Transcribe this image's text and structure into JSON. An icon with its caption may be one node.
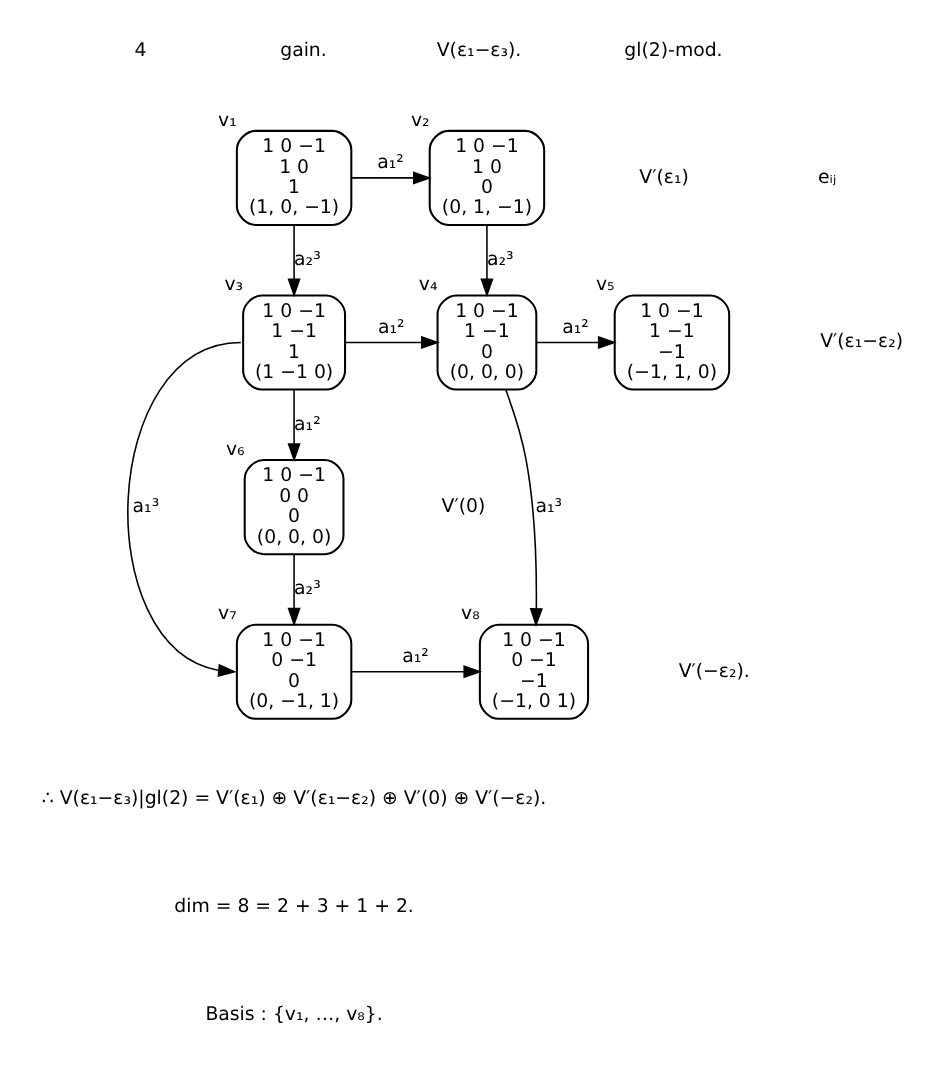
{
  "diagram": {
    "nodes": [
      {
        "text": [
          "1 0 −1",
          "1 0",
          "1",
          "(1, 0, −1)"
        ],
        "beside": [
          "v₁"
        ]
      },
      {
        "text": [
          "1 0 −1",
          "1 0",
          "0",
          "(0, 1, −1)"
        ],
        "beside": [
          "v₂"
        ]
      },
      {
        "text": [
          "1 0 −1",
          "1 −1",
          "1",
          "(1 −1 0)"
        ],
        "beside": [
          "v₃"
        ]
      },
      {
        "text": [
          "1 0 −1",
          "1 −1",
          "0",
          "(0, 0, 0)"
        ],
        "beside": [
          "v₄"
        ]
      },
      {
        "text": [
          "1 0 −1",
          "1 −1",
          "−1",
          "(−1, 1, 0)"
        ],
        "beside": [
          "v₅"
        ]
      },
      {
        "text": [
          "1 0 −1",
          "0 0",
          "0",
          "(0, 0, 0)"
        ],
        "beside": [
          "v₆"
        ]
      },
      {
        "text": [
          "1 0 −1",
          "0 −1",
          "0",
          "(0, −1, 1)"
        ],
        "beside": [
          "v₇"
        ]
      },
      {
        "text": [
          "1 0 −1",
          "0 −1",
          "−1",
          "(−1, 0 1)"
        ],
        "beside": [
          "v₈"
        ]
      }
    ],
    "edges": [
      {
        "from": 0,
        "to": 1,
        "arrow": "to",
        "label": "a₁²"
      },
      {
        "from": 0,
        "to": 2,
        "arrow": "to",
        "label": "a₂³"
      },
      {
        "from": 1,
        "to": 3,
        "arrow": "to",
        "label": "a₂³"
      },
      {
        "from": 2,
        "to": 3,
        "arrow": "to",
        "label": "a₁²"
      },
      {
        "from": 3,
        "to": 4,
        "arrow": "to",
        "label": "a₁²"
      },
      {
        "from": 2,
        "to": 5,
        "arrow": "to",
        "label": "a₁²"
      },
      {
        "from": 2,
        "to": 6,
        "arrow": "to",
        "label": "a₁³"
      },
      {
        "from": 5,
        "to": 6,
        "arrow": "to",
        "label": "a₂³"
      },
      {
        "from": 3,
        "to": 7,
        "arrow": "to",
        "label": "a₁³"
      },
      {
        "from": 6,
        "to": 7,
        "arrow": "to",
        "label": "a₁²"
      }
    ],
    "labels": [
      "4",
      "gain.",
      "V(ε₁−ε₃).",
      "gl(2)-mod.",
      "V′(ε₁)",
      "eᵢⱼ",
      "V′(ε₁−ε₂)",
      "V′(0)",
      "V′(−ε₂).",
      "∴ V(ε₁−ε₃)|gl(2) = V′(ε₁) ⊕ V′(ε₁−ε₂) ⊕ V′(0) ⊕ V′(−ε₂).",
      "dim = 8 = 2 + 3 + 1 + 2.",
      "Basis : {v₁, …, v₈}."
    ]
  }
}
